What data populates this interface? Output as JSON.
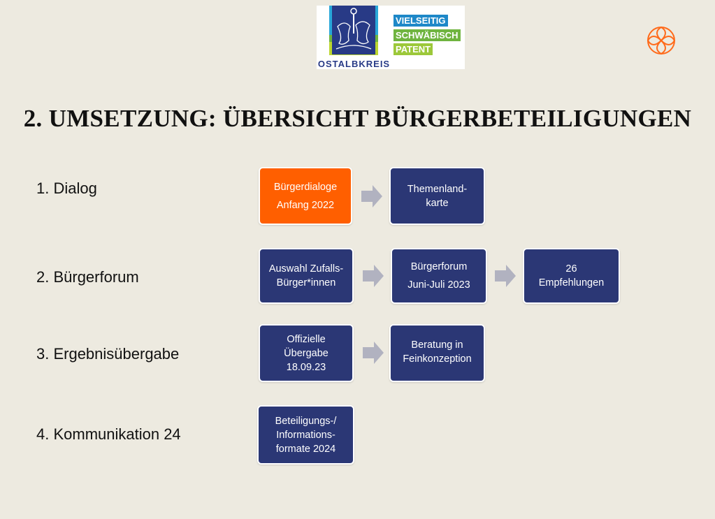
{
  "logo": {
    "org": "OSTALBKREIS",
    "tagline": [
      "VIELSEITIG",
      "SCHWÄBISCH",
      "PATENT"
    ]
  },
  "title": "2. UMSETZUNG: ÜBERSICHT BÜRGERBETEILIGUNGEN",
  "colors": {
    "background": "#edeae0",
    "navy": "#2b3775",
    "orange": "#ff5f00",
    "arrow": "#b1b2c0"
  },
  "rows": [
    {
      "label": "1. Dialog",
      "boxes": [
        [
          "Bürgerdialoge",
          "Anfang 2022"
        ],
        [
          "Themenland-",
          "karte"
        ]
      ]
    },
    {
      "label": "2. Bürgerforum",
      "boxes": [
        [
          "Auswahl Zufalls-",
          "Bürger*innen"
        ],
        [
          "Bürgerforum",
          "Juni-Juli 2023"
        ],
        [
          "26",
          "Empfehlungen"
        ]
      ]
    },
    {
      "label": "3. Ergebnisübergabe",
      "boxes": [
        [
          "Offizielle",
          "Übergabe",
          "18.09.23"
        ],
        [
          "Beratung in",
          "Feinkonzeption"
        ]
      ]
    },
    {
      "label": "4. Kommunikation 24",
      "boxes": [
        [
          "Beteiligungs-/",
          "Informations-",
          "formate 2024"
        ]
      ]
    }
  ]
}
